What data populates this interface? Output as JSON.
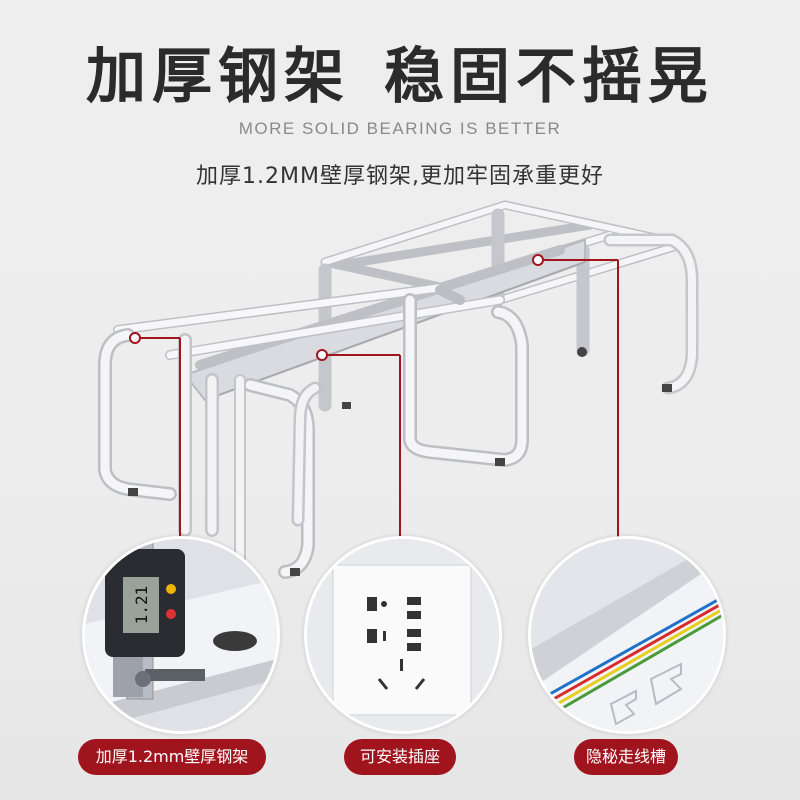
{
  "header": {
    "title_part1": "加厚钢架",
    "title_part2": "稳固不摇晃",
    "subtitle_en": "MORE SOLID BEARING IS BETTER",
    "subtitle_cn": "加厚1.2MM壁厚钢架,更加牢固承重更好"
  },
  "features": [
    {
      "label": "加厚1.2mm壁厚钢架",
      "icon": "caliper-icon"
    },
    {
      "label": "可安装插座",
      "icon": "power-socket-icon"
    },
    {
      "label": "隐秘走线槽",
      "icon": "cable-tray-icon"
    }
  ],
  "caliper_reading": "1.21",
  "colors": {
    "accent": "#a0151d",
    "frame": "#f4f4f6",
    "text_dark": "#2b2b2b",
    "text_gray": "#8a8a8a"
  }
}
